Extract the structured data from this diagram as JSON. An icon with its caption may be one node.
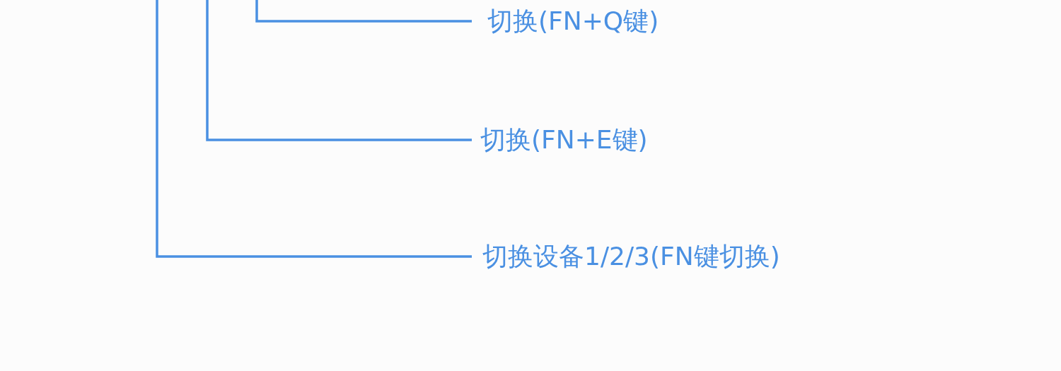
{
  "diagram": {
    "nodes": [
      {
        "text": [
          "切换(FN+Q键)"
        ]
      },
      {
        "text": [
          "切换(FN+E键)"
        ]
      },
      {
        "text": [
          "切换设备1/2/3(FN键切换)"
        ]
      }
    ],
    "edges": [
      {
        "from": 0,
        "to": null,
        "arrow": "none"
      },
      {
        "from": 1,
        "to": null,
        "arrow": "none"
      },
      {
        "from": 2,
        "to": null,
        "arrow": "none"
      }
    ]
  }
}
